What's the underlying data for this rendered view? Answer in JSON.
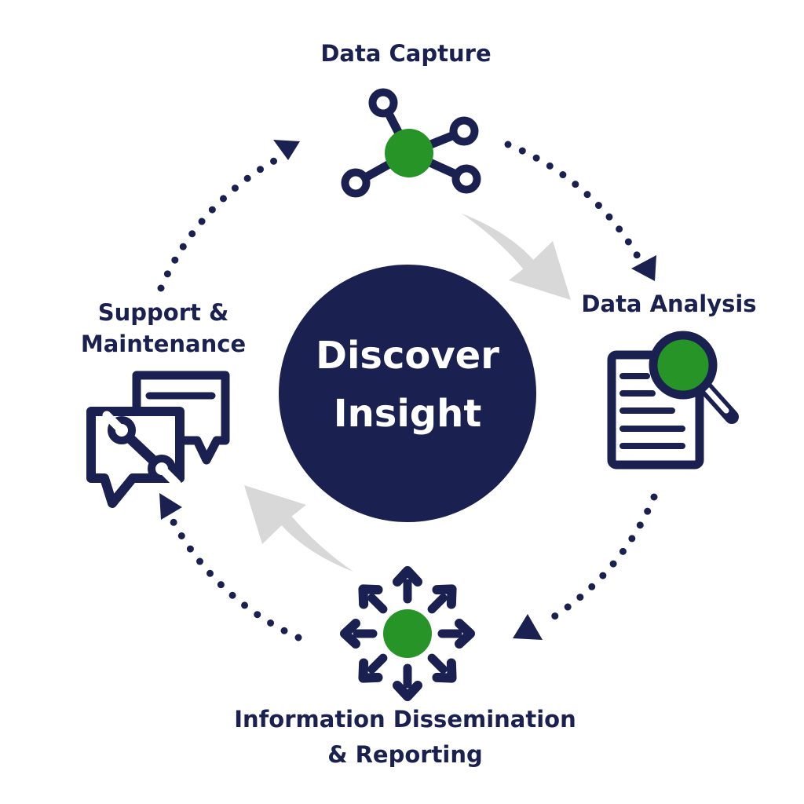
{
  "diagram": {
    "center": {
      "line1": "Discover",
      "line2": "Insight"
    },
    "stages": {
      "capture": {
        "label": "Data Capture"
      },
      "analysis": {
        "label": "Data Analysis"
      },
      "dissemination": {
        "line1": "Information Dissemination",
        "line2": "& Reporting"
      },
      "support": {
        "line1": "Support &",
        "line2": "Maintenance"
      }
    }
  },
  "icons": {
    "capture": "network-hub-icon",
    "analysis": "document-magnifier-icon",
    "dissemination": "radiating-arrows-icon",
    "support": "chat-bubbles-wrench-icon",
    "flow_connector": "dotted-arc-with-arrowhead",
    "inner_arrow": "curved-swoosh-arrow"
  },
  "colors": {
    "navy": "#1a2150",
    "green": "#279427",
    "gray": "#d8d8d8",
    "white": "#ffffff"
  }
}
